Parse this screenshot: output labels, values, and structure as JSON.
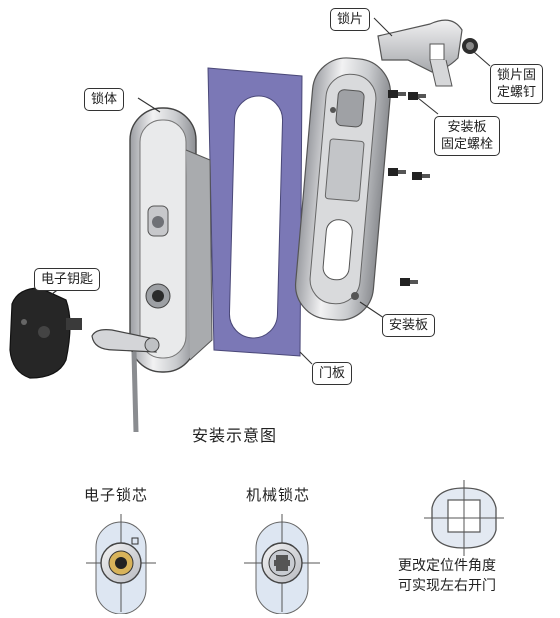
{
  "labels": {
    "lock_plate": "锁片",
    "lock_body": "锁体",
    "plate_screw": [
      "锁片固",
      "定螺钉"
    ],
    "mount_bolt": [
      "安装板",
      "固定螺栓"
    ],
    "e_key": "电子钥匙",
    "mount_plate": "安装板",
    "door_plate": "门板"
  },
  "caption": "安装示意图",
  "cores": {
    "electronic": "电子锁芯",
    "mechanical": "机械锁芯"
  },
  "note": [
    "更改定位件角度",
    "可实现左右开门"
  ],
  "colors": {
    "door_plate_fill": "#7b78b6",
    "metal_light": "#e6e6e8",
    "metal_mid": "#b9bbbf",
    "metal_dark": "#6f7176",
    "key_body": "#262626",
    "core_accent": "#d8b35a"
  }
}
